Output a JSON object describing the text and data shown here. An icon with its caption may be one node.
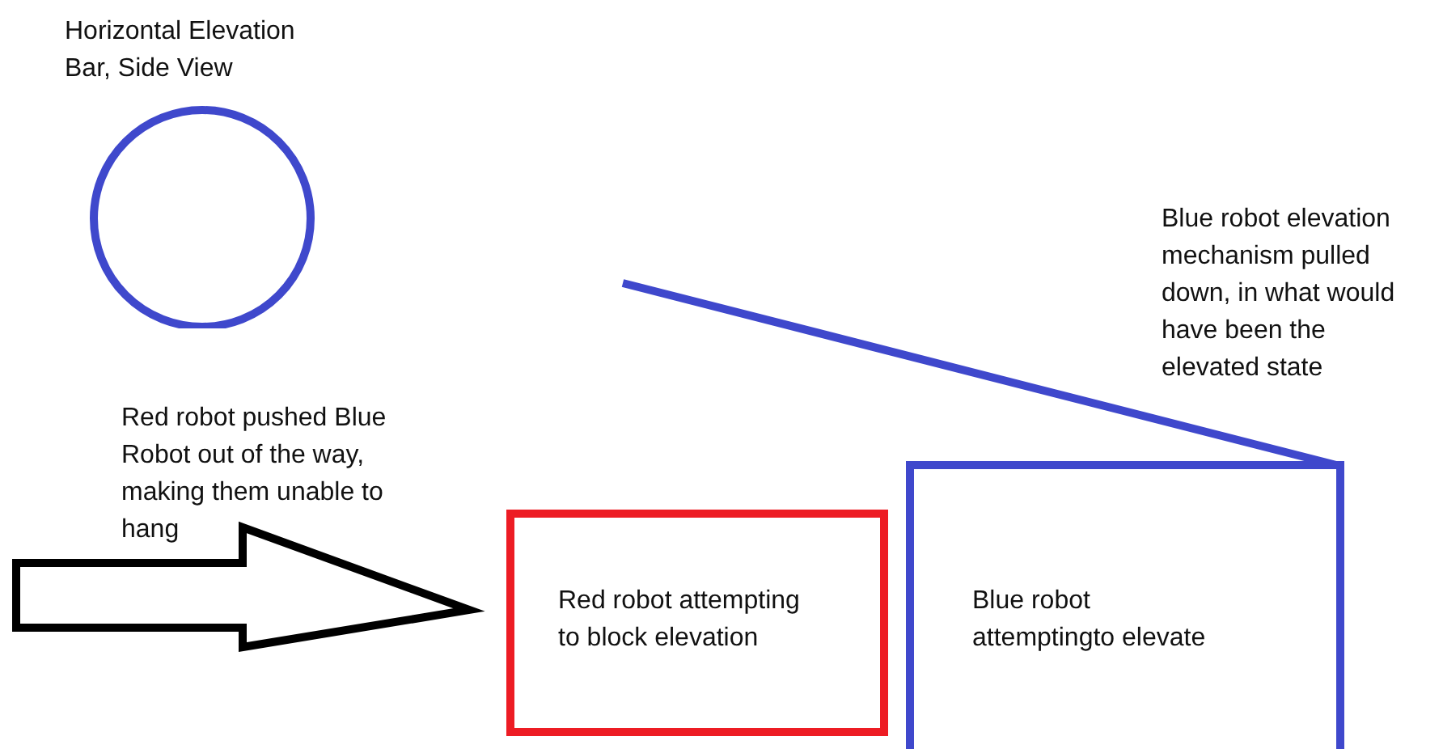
{
  "diagram": {
    "nodes": [
      {
        "text": [
          "Horizontal Elevation Bar, Side View"
        ]
      },
      {
        "text": [
          "Red robot attempting to block elevation"
        ]
      },
      {
        "text": [
          "Blue robot attemptingto elevate"
        ]
      }
    ],
    "edges": [],
    "labels": [
      "Blue robot elevation mechanism pulled down, in what would have been the elevated state",
      "Red robot pushed Blue Robot out of the way, making them unable to hang"
    ]
  }
}
